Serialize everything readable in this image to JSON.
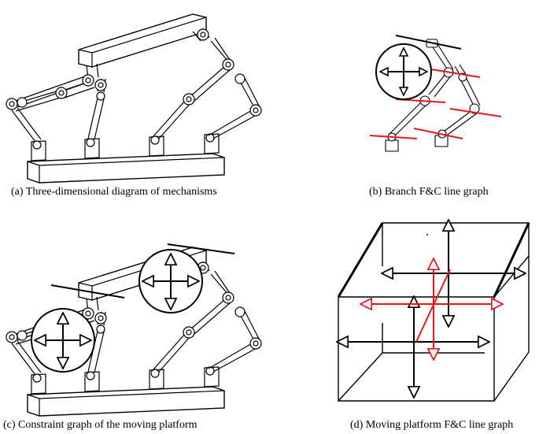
{
  "captions": {
    "a": "(a) Three-dimensional diagram of mechanisms",
    "b": "(b) Branch F&C line graph",
    "c": "(c) Constraint graph of the moving platform",
    "d": "(d) Moving platform F&C line graph"
  },
  "colors": {
    "line": "#000000",
    "constraint": "#e8161b",
    "background": "#ffffff"
  }
}
